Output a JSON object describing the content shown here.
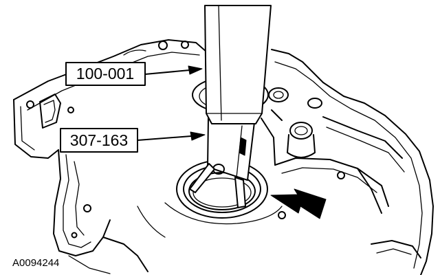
{
  "figure": {
    "id_label": "A0094244"
  },
  "callouts": [
    {
      "label": "100-001"
    },
    {
      "label": "307-163"
    }
  ]
}
